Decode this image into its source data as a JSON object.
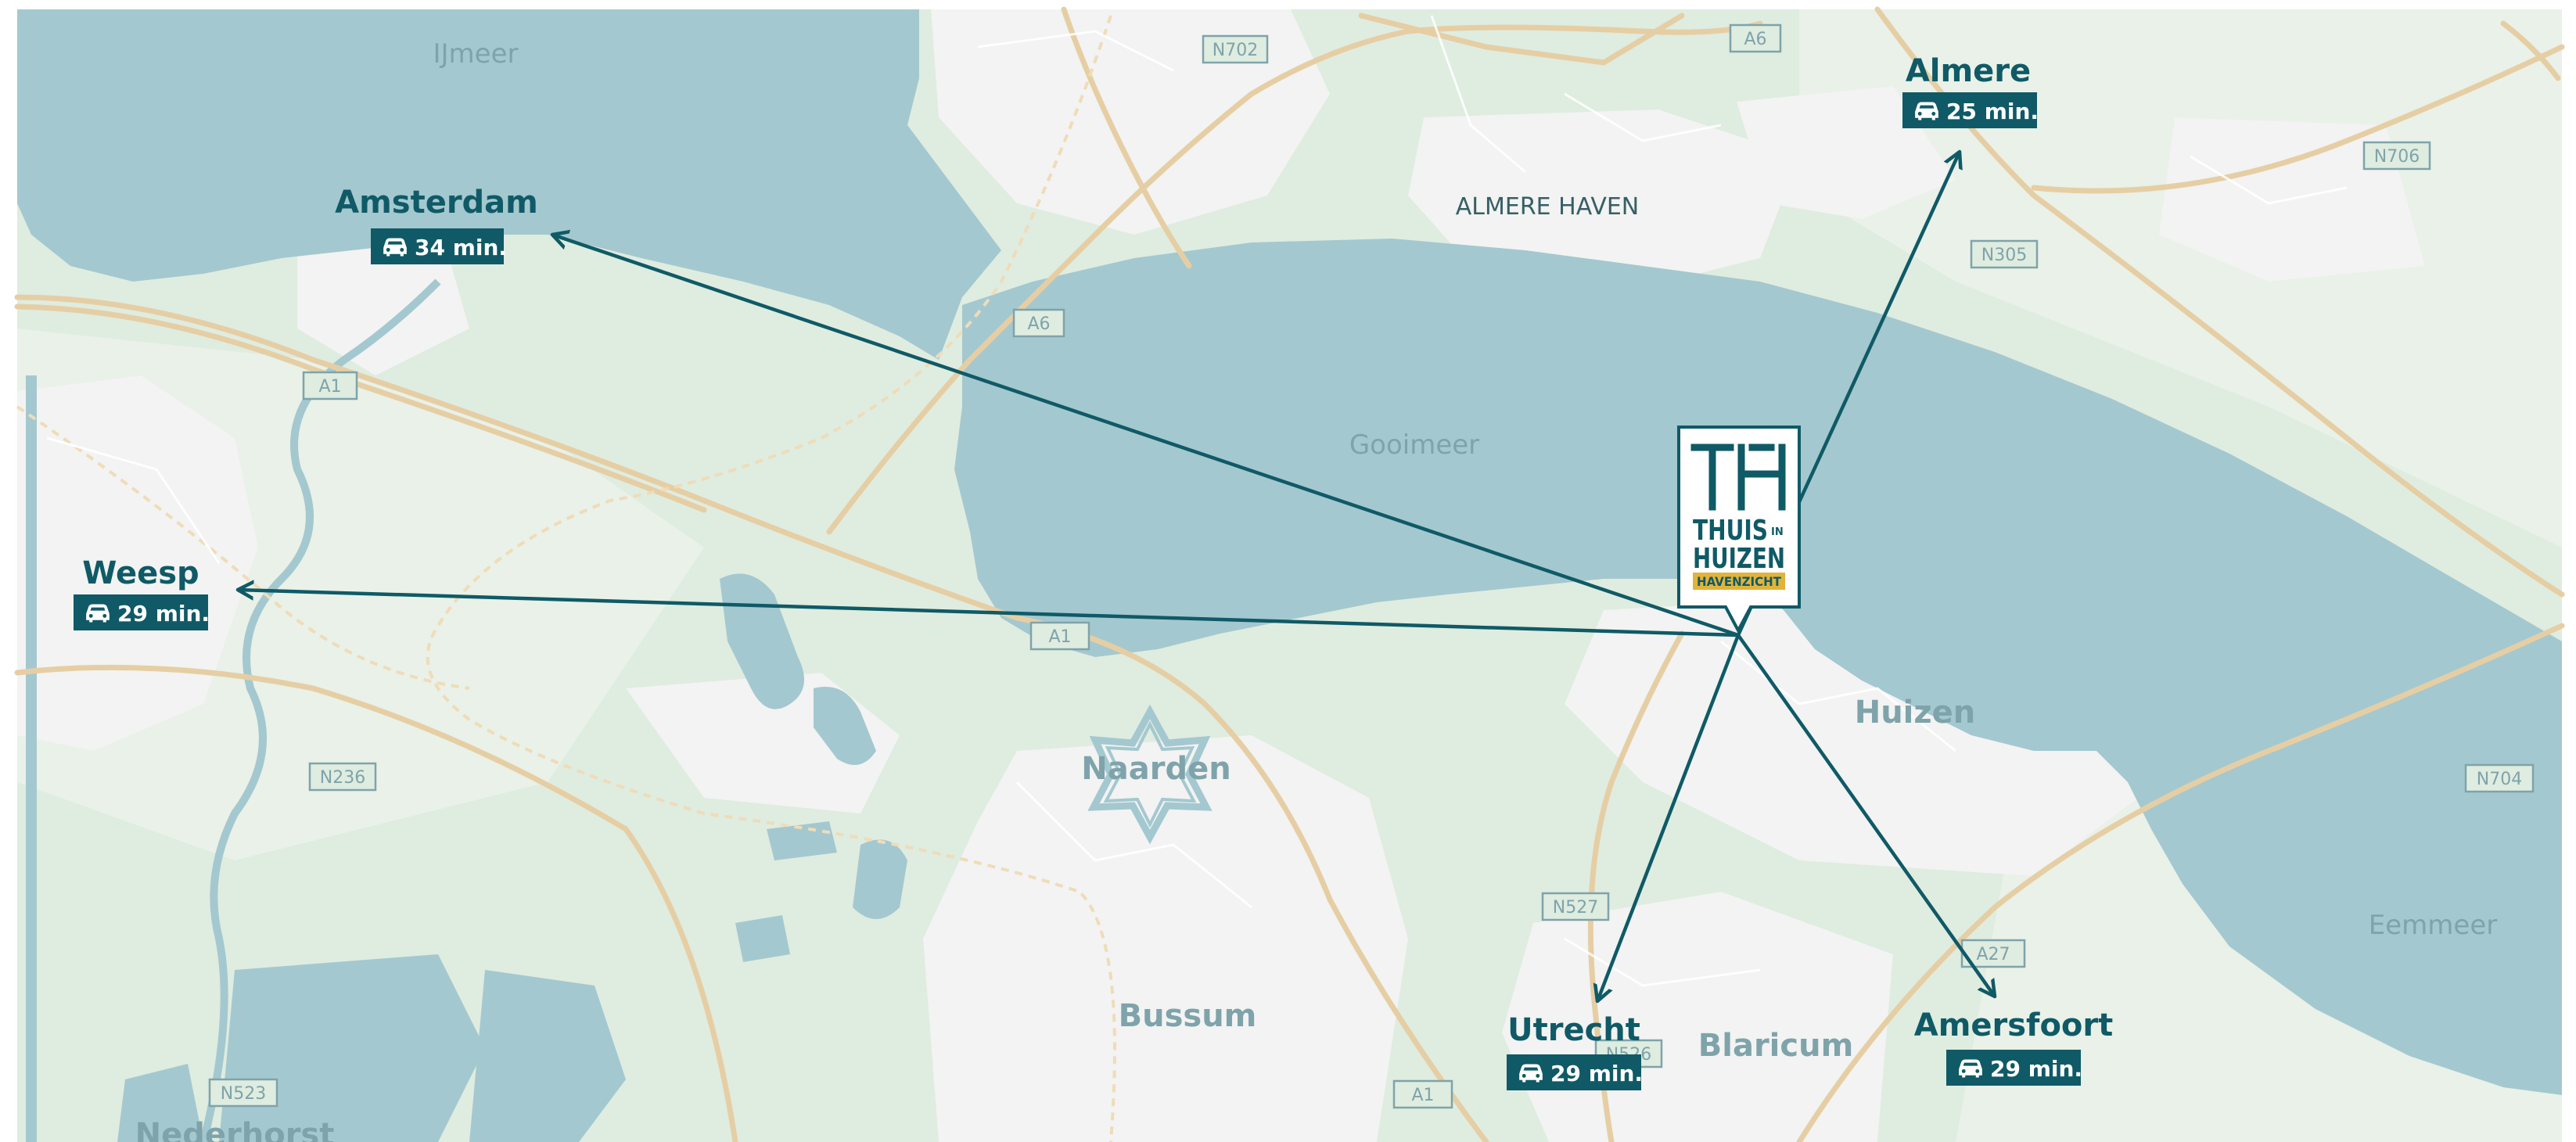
{
  "colors": {
    "land": "#dfece0",
    "land_light": "#e9f1e8",
    "urban": "#f2f3f2",
    "water": "#a4c8cf",
    "road_major": "#e6cea4",
    "road_minor": "#ffffff",
    "accent": "#0f5a66",
    "logo_yellow": "#e2b33b",
    "label_muted": "#7fa3aa"
  },
  "water_labels": {
    "ijmeer": "IJmeer",
    "gooimeer": "Gooimeer",
    "eemmeer": "Eemmeer"
  },
  "place_labels": {
    "almere_haven": "ALMERE HAVEN",
    "huizen": "Huizen",
    "naarden": "Naarden",
    "bussum": "Bussum",
    "blaricum": "Blaricum",
    "nederhorst": "Nederhorst"
  },
  "road_labels": {
    "n702": "N702",
    "a6_top": "A6",
    "a6_mid": "A6",
    "n706": "N706",
    "n305": "N305",
    "a1_west": "A1",
    "a1_mid": "A1",
    "a1_south": "A1",
    "n236": "N236",
    "n527": "N527",
    "n526": "N526",
    "a27": "A27",
    "n704": "N704",
    "n523": "N523"
  },
  "destinations": {
    "amsterdam": {
      "name": "Amsterdam",
      "time": "34 min.",
      "icon": "car-icon"
    },
    "almere": {
      "name": "Almere",
      "time": "25 min.",
      "icon": "car-icon"
    },
    "weesp": {
      "name": "Weesp",
      "time": "29 min.",
      "icon": "car-icon"
    },
    "utrecht": {
      "name": "Utrecht",
      "time": "29 min.",
      "icon": "car-icon"
    },
    "amersfoort": {
      "name": "Amersfoort",
      "time": "29 min.",
      "icon": "car-icon"
    }
  },
  "logo": {
    "monogram_icon": "th-monogram",
    "line1": "THUIS",
    "in": "IN",
    "line2": "HUIZEN",
    "tag": "HAVENZICHT"
  }
}
